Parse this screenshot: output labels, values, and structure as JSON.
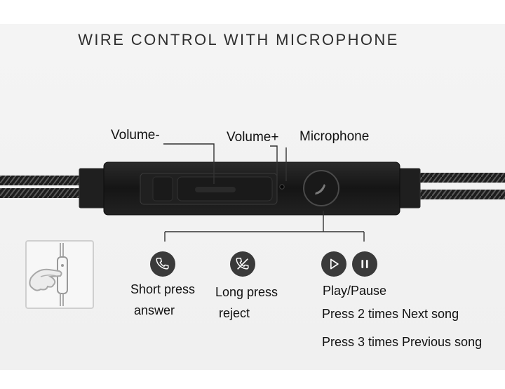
{
  "title": "WIRE CONTROL WITH MICROPHONE",
  "labels": {
    "volume_minus": "Volume-",
    "volume_plus": "Volume+",
    "microphone": "Microphone"
  },
  "functions": {
    "short_press_line1": "Short press",
    "short_press_line2": "answer",
    "long_press_line1": "Long press",
    "long_press_line2": "reject",
    "play_pause": "Play/Pause",
    "press_2": "Press 2 times Next song",
    "press_3": "Press 3 times  Previous song"
  },
  "icons": [
    "phone-icon",
    "phone-reject-icon",
    "play-icon",
    "pause-icon",
    "hand-remote-icon"
  ],
  "colors": {
    "background": "#f2f2f2",
    "remote_body": "#1b1b1b",
    "icon_circle": "#3a3a3a",
    "text": "#111111"
  }
}
